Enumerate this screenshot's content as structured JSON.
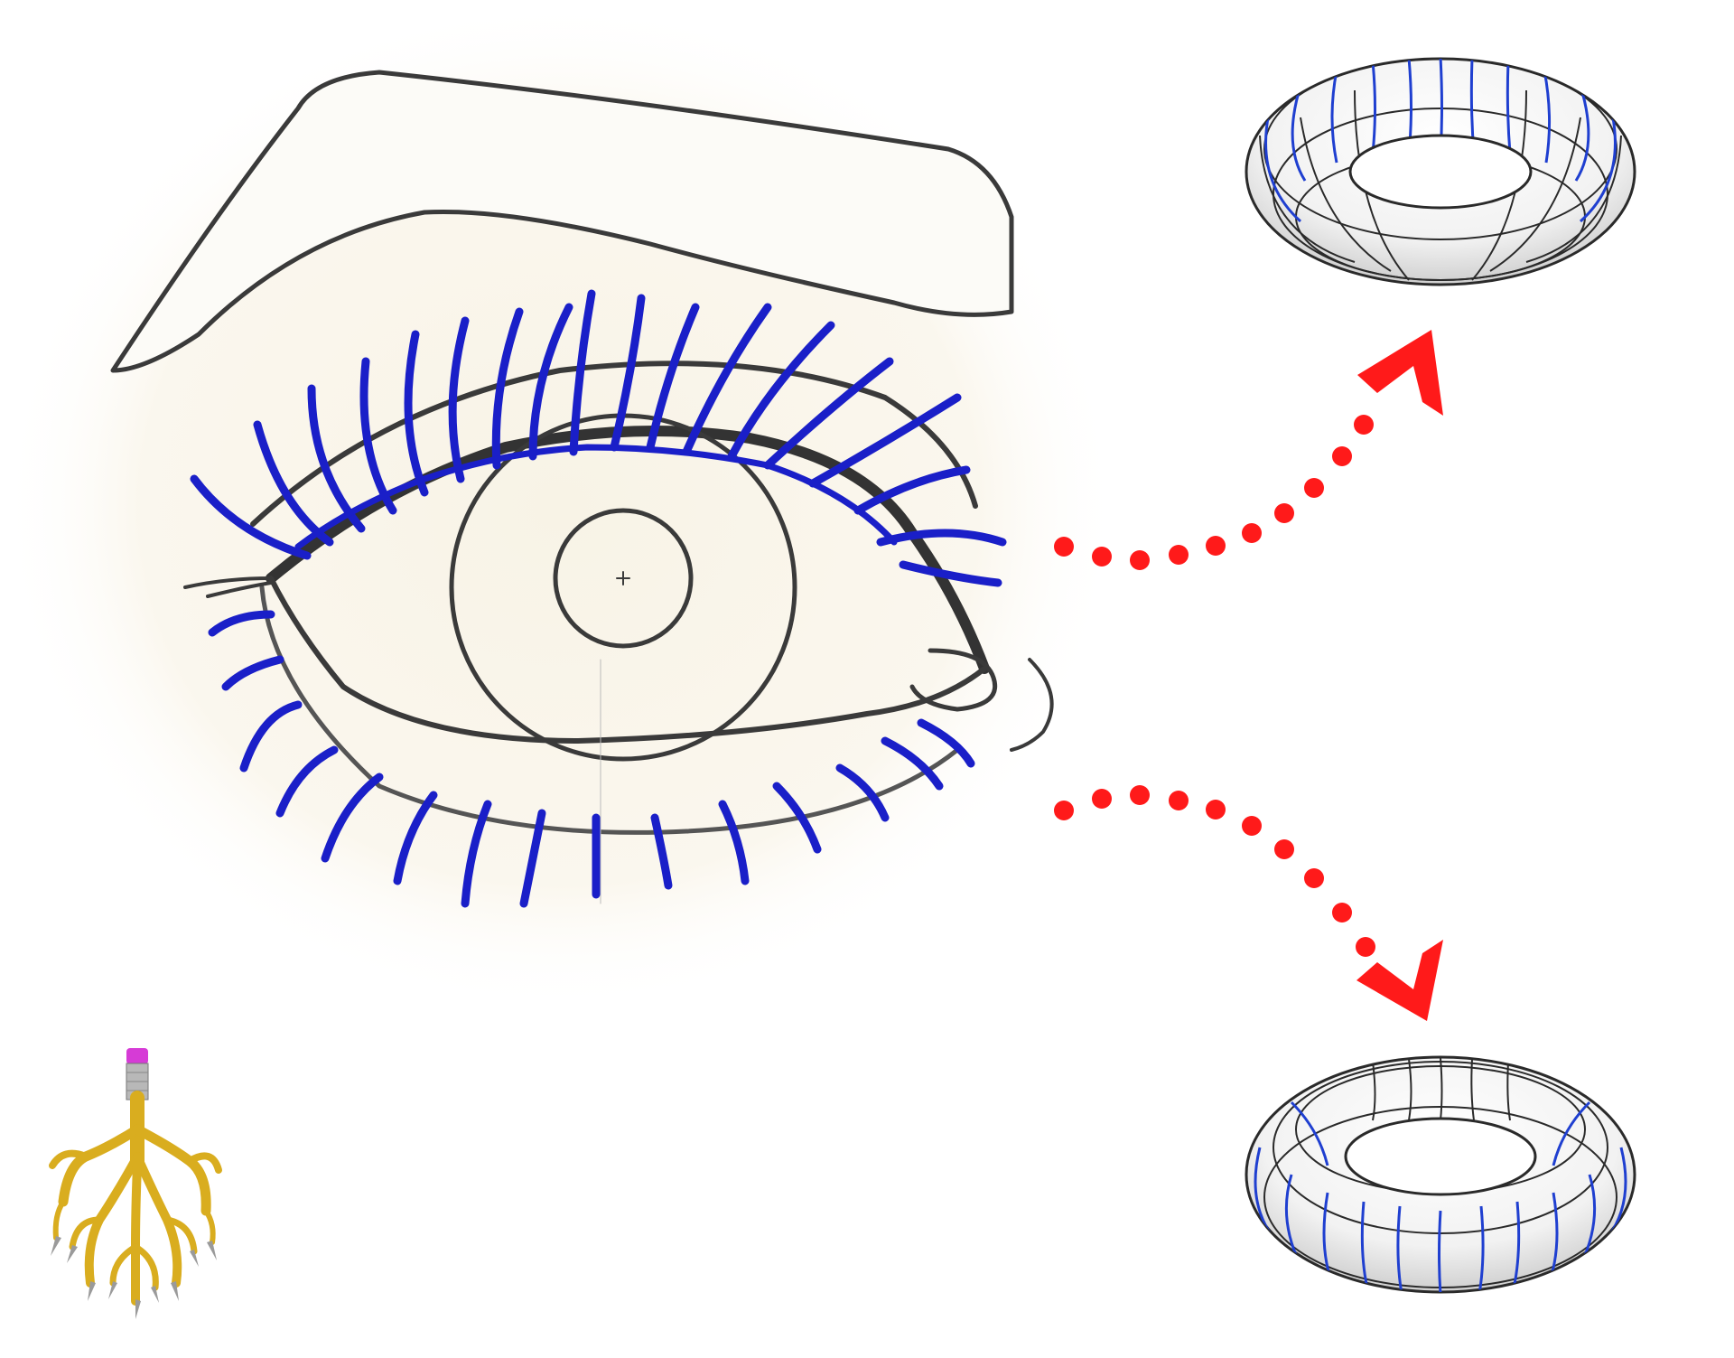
{
  "illustration": {
    "subject": "eye-to-torus",
    "colors": {
      "background": "#ffffff",
      "paper": "#fbf8f0",
      "pencil": "#3a3a3a",
      "lash_blue": "#1a1fc8",
      "arrow_red": "#ff1a1a",
      "torus_grid_dark": "#2a2a2a",
      "torus_grid_blue": "#1f3fd0",
      "logo_root_gold": "#d9ad1f",
      "logo_eraser_pink": "#d63bd6",
      "logo_ferrule_silver": "#b8b8b8"
    },
    "elements": {
      "eye_drawing": "eye-sketch",
      "upper_arrow": "dotted-arrow-up-right",
      "lower_arrow": "dotted-arrow-down-right",
      "top_torus": "torus-blue-lines-top",
      "bottom_torus": "torus-blue-lines-bottom",
      "logo": "pencil-roots-logo"
    }
  }
}
